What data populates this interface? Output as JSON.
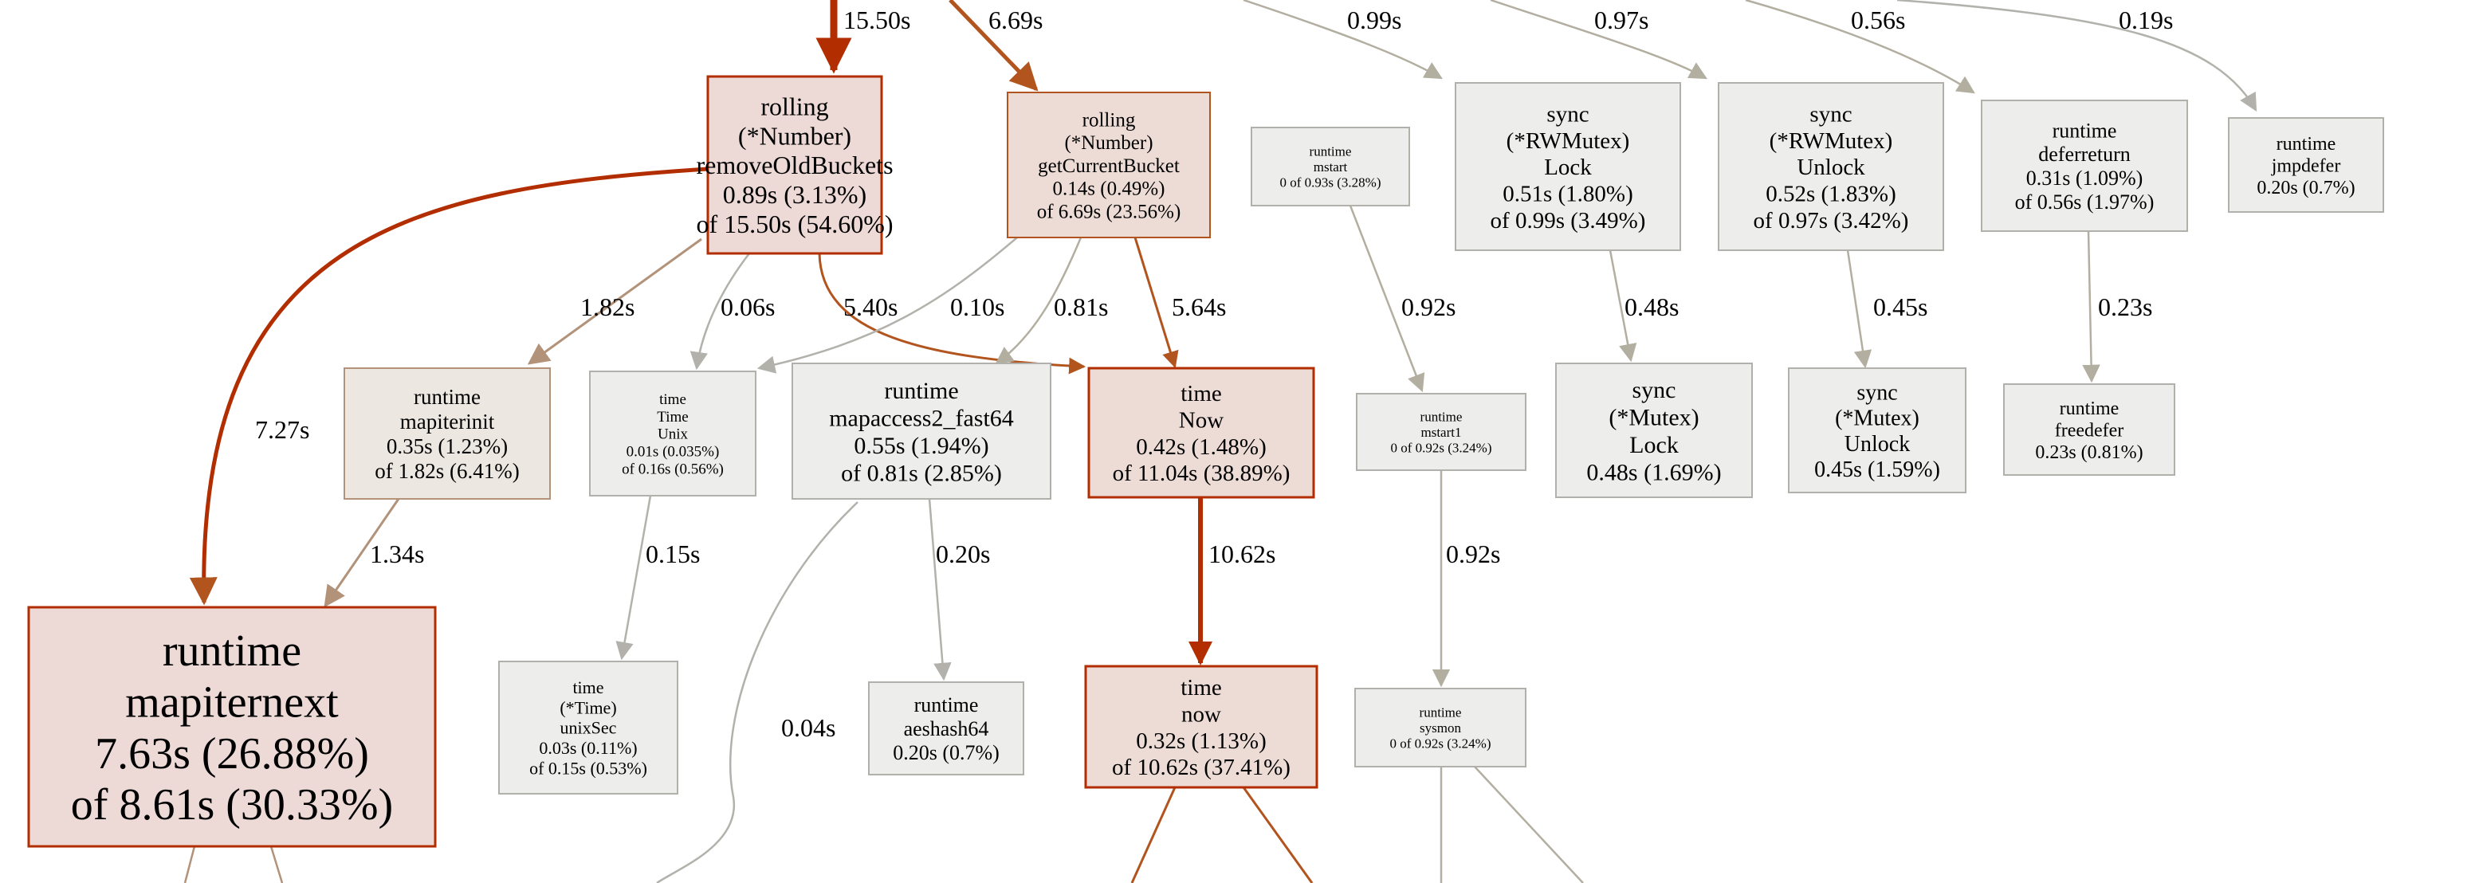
{
  "colors": {
    "hot_edge": "#b22e00",
    "warm_edge": "#b2541d",
    "tan_edge": "#b2937a",
    "grey_edge": "#b2aea0",
    "cool_edge": "#b2b1ab",
    "hot_fill": "#edd9d5",
    "hot_stroke": "#b22e00",
    "warm_fill": "#eddcd5",
    "warm_stroke": "#b2541d",
    "tan_fill": "#ede7e1",
    "tan_stroke": "#b2937a",
    "grey_fill": "#ededec",
    "grey_stroke": "#b2b0aa"
  },
  "nodes": [
    {
      "id": "rolling-removeoldbuckets",
      "lines": [
        "rolling",
        "(*Number)",
        "removeOldBuckets",
        "0.89s (3.13%)",
        "of 15.50s (54.60%)"
      ]
    },
    {
      "id": "rolling-getcurrentbucket",
      "lines": [
        "rolling",
        "(*Number)",
        "getCurrentBucket",
        "0.14s (0.49%)",
        "of 6.69s (23.56%)"
      ]
    },
    {
      "id": "runtime-mstart",
      "lines": [
        "runtime",
        "mstart",
        "0 of 0.93s (3.28%)"
      ]
    },
    {
      "id": "sync-rwmutex-lock",
      "lines": [
        "sync",
        "(*RWMutex)",
        "Lock",
        "0.51s (1.80%)",
        "of 0.99s (3.49%)"
      ]
    },
    {
      "id": "sync-rwmutex-unlock",
      "lines": [
        "sync",
        "(*RWMutex)",
        "Unlock",
        "0.52s (1.83%)",
        "of 0.97s (3.42%)"
      ]
    },
    {
      "id": "runtime-deferreturn",
      "lines": [
        "runtime",
        "deferreturn",
        "0.31s (1.09%)",
        "of 0.56s (1.97%)"
      ]
    },
    {
      "id": "runtime-jmpdefer",
      "lines": [
        "runtime",
        "jmpdefer",
        "0.20s (0.7%)"
      ]
    },
    {
      "id": "runtime-mapiterinit",
      "lines": [
        "runtime",
        "mapiterinit",
        "0.35s (1.23%)",
        "of 1.82s (6.41%)"
      ]
    },
    {
      "id": "time-time-unix",
      "lines": [
        "time",
        "Time",
        "Unix",
        "0.01s (0.035%)",
        "of 0.16s (0.56%)"
      ]
    },
    {
      "id": "runtime-mapaccess2-fast64",
      "lines": [
        "runtime",
        "mapaccess2_fast64",
        "0.55s (1.94%)",
        "of 0.81s (2.85%)"
      ]
    },
    {
      "id": "time-now-upper",
      "lines": [
        "time",
        "Now",
        "0.42s (1.48%)",
        "of 11.04s (38.89%)"
      ]
    },
    {
      "id": "runtime-mstart1",
      "lines": [
        "runtime",
        "mstart1",
        "0 of 0.92s (3.24%)"
      ]
    },
    {
      "id": "sync-mutex-lock",
      "lines": [
        "sync",
        "(*Mutex)",
        "Lock",
        "0.48s (1.69%)"
      ]
    },
    {
      "id": "sync-mutex-unlock",
      "lines": [
        "sync",
        "(*Mutex)",
        "Unlock",
        "0.45s (1.59%)"
      ]
    },
    {
      "id": "runtime-freedefer",
      "lines": [
        "runtime",
        "freedefer",
        "0.23s (0.81%)"
      ]
    },
    {
      "id": "runtime-mapiternext",
      "lines": [
        "runtime",
        "mapiternext",
        "7.63s (26.88%)",
        "of 8.61s (30.33%)"
      ]
    },
    {
      "id": "time-time-unixsec",
      "lines": [
        "time",
        "(*Time)",
        "unixSec",
        "0.03s (0.11%)",
        "of 0.15s (0.53%)"
      ]
    },
    {
      "id": "runtime-aeshash64",
      "lines": [
        "runtime",
        "aeshash64",
        "0.20s (0.7%)"
      ]
    },
    {
      "id": "time-now-lower",
      "lines": [
        "time",
        "now",
        "0.32s (1.13%)",
        "of 10.62s (37.41%)"
      ]
    },
    {
      "id": "runtime-sysmon",
      "lines": [
        "runtime",
        "sysmon",
        "0 of 0.92s (3.24%)"
      ]
    }
  ],
  "edges": [
    {
      "id": "in-removeoldbuckets",
      "label": "15.50s"
    },
    {
      "id": "in-getcurrentbucket",
      "label": "6.69s"
    },
    {
      "id": "in-rwmutex-lock",
      "label": "0.99s"
    },
    {
      "id": "in-rwmutex-unlock",
      "label": "0.97s"
    },
    {
      "id": "in-deferreturn",
      "label": "0.56s"
    },
    {
      "id": "in-jmpdefer",
      "label": "0.19s"
    },
    {
      "id": "removeoldbuckets-mapiternext",
      "label": "7.27s"
    },
    {
      "id": "removeoldbuckets-mapiterinit",
      "label": "1.82s"
    },
    {
      "id": "removeoldbuckets-unix",
      "label": "0.06s"
    },
    {
      "id": "removeoldbuckets-now",
      "label": "5.40s"
    },
    {
      "id": "getcurrentbucket-unix",
      "label": "0.10s"
    },
    {
      "id": "getcurrentbucket-mapaccess",
      "label": "0.81s"
    },
    {
      "id": "getcurrentbucket-now",
      "label": "5.64s"
    },
    {
      "id": "mstart-mstart1",
      "label": "0.92s"
    },
    {
      "id": "rwmutex-lock-mutex-lock",
      "label": "0.48s"
    },
    {
      "id": "rwmutex-unlock-mutex-unlock",
      "label": "0.45s"
    },
    {
      "id": "deferreturn-freedefer",
      "label": "0.23s"
    },
    {
      "id": "mapiterinit-mapiternext",
      "label": "1.34s"
    },
    {
      "id": "unix-unixsec",
      "label": "0.15s"
    },
    {
      "id": "mapaccess-aeshash",
      "label": "0.20s"
    },
    {
      "id": "now-now",
      "label": "10.62s"
    },
    {
      "id": "mstart1-sysmon",
      "label": "0.92s"
    },
    {
      "id": "mapaccess-offscreen",
      "label": "0.04s"
    }
  ]
}
